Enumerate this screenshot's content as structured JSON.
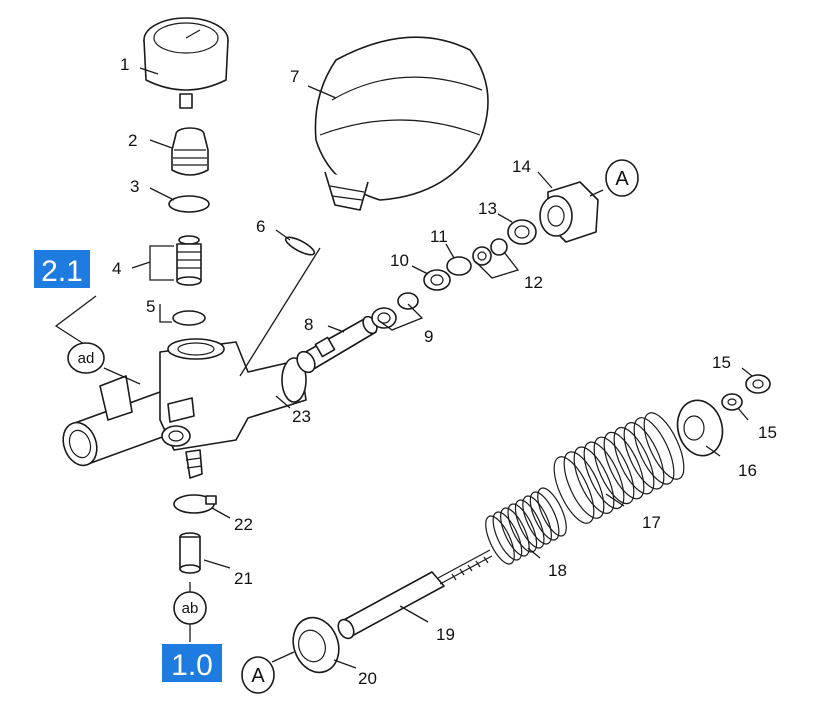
{
  "colors": {
    "badge": "#1e7be0",
    "ink": "#1a1a1a"
  },
  "labels": {
    "p1": "1",
    "p2": "2",
    "p3": "3",
    "p4": "4",
    "p5": "5",
    "p6": "6",
    "p7": "7",
    "p8": "8",
    "p9": "9",
    "p10": "10",
    "p11": "11",
    "p12": "12",
    "p13": "13",
    "p14": "14",
    "p15a": "15",
    "p15b": "15",
    "p16": "16",
    "p17": "17",
    "p18": "18",
    "p19": "19",
    "p20": "20",
    "p21": "21",
    "p22": "22",
    "p23": "23"
  },
  "refs": {
    "ad": "ad",
    "ab": "ab",
    "a_top": "A",
    "a_bottom": "A"
  },
  "badges": {
    "top": "2.1",
    "bottom": "1.0"
  }
}
